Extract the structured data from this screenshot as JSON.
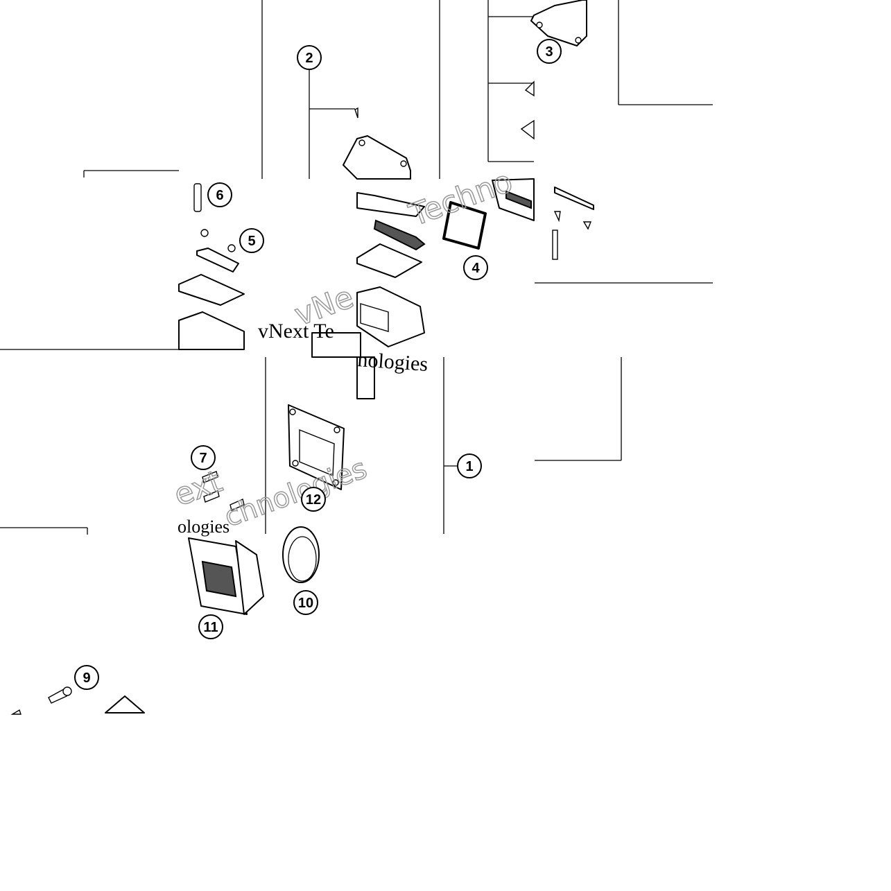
{
  "callouts": [
    {
      "id": "1",
      "label": "1"
    },
    {
      "id": "2",
      "label": "2"
    },
    {
      "id": "3",
      "label": "3"
    },
    {
      "id": "4",
      "label": "4"
    },
    {
      "id": "5",
      "label": "5"
    },
    {
      "id": "6",
      "label": "6"
    },
    {
      "id": "7",
      "label": "7"
    },
    {
      "id": "9",
      "label": "9"
    },
    {
      "id": "10",
      "label": "10"
    },
    {
      "id": "11",
      "label": "11"
    },
    {
      "id": "12",
      "label": "12"
    }
  ],
  "watermark": {
    "line1": "vNext Te",
    "line2": "nologies",
    "frag_ologies": "ologies",
    "frag_ext": "ext",
    "frag_techno": "Techno",
    "frag_technologies": "chnologies",
    "frag_vnext": "vNe"
  }
}
